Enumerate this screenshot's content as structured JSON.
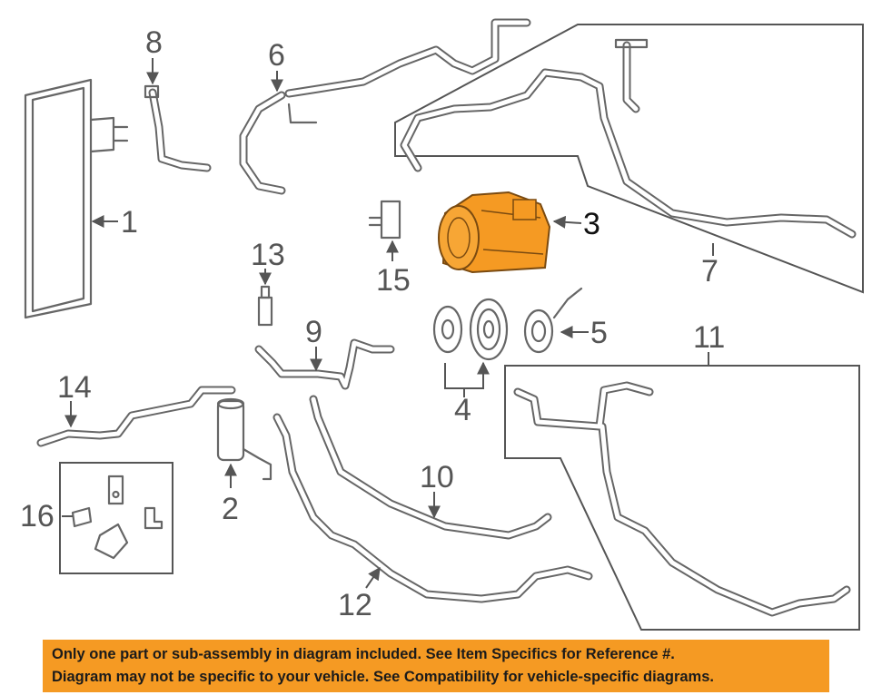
{
  "callouts": {
    "c1": "1",
    "c2": "2",
    "c3": "3",
    "c4": "4",
    "c5": "5",
    "c6": "6",
    "c7": "7",
    "c8": "8",
    "c9": "9",
    "c10": "10",
    "c11": "11",
    "c12": "12",
    "c13": "13",
    "c14": "14",
    "c15": "15",
    "c16": "16"
  },
  "highlight_color": "#f59a23",
  "banner": {
    "line1": "Only one part or sub-assembly in diagram included. See Item Specifics for Reference #.",
    "line2": "Diagram may not be specific to your vehicle. See Compatibility for vehicle-specific diagrams."
  }
}
